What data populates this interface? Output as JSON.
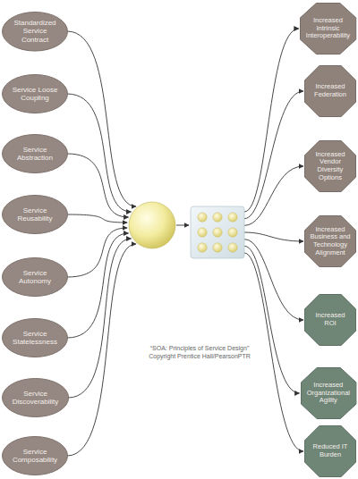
{
  "diagram": {
    "nodes": [
      {
        "text": [
          "Standardized Service Contract"
        ]
      },
      {
        "text": [
          "Service Loose Coupling"
        ]
      },
      {
        "text": [
          "Service Abstraction"
        ]
      },
      {
        "text": [
          "Service Reusability"
        ]
      },
      {
        "text": [
          "Service Autonomy"
        ]
      },
      {
        "text": [
          "Service Statelessness"
        ]
      },
      {
        "text": [
          "Service Discoverability"
        ]
      },
      {
        "text": [
          "Service Composability"
        ]
      },
      {
        "text": [
          "Increased Intrinsic Interoperability"
        ]
      },
      {
        "text": [
          "Increased Federation"
        ]
      },
      {
        "text": [
          "Increased Vendor Diversity Options"
        ]
      },
      {
        "text": [
          "Increased Business and Technology Alignment"
        ]
      },
      {
        "text": [
          "Increased ROI"
        ]
      },
      {
        "text": [
          "Increased Organizational Agility"
        ]
      },
      {
        "text": [
          "Reduced IT Burden"
        ]
      }
    ],
    "labels": [
      "“SOA: Principles of Service Design”",
      "Copyright Prentice Hall/PearsonPTR"
    ]
  }
}
